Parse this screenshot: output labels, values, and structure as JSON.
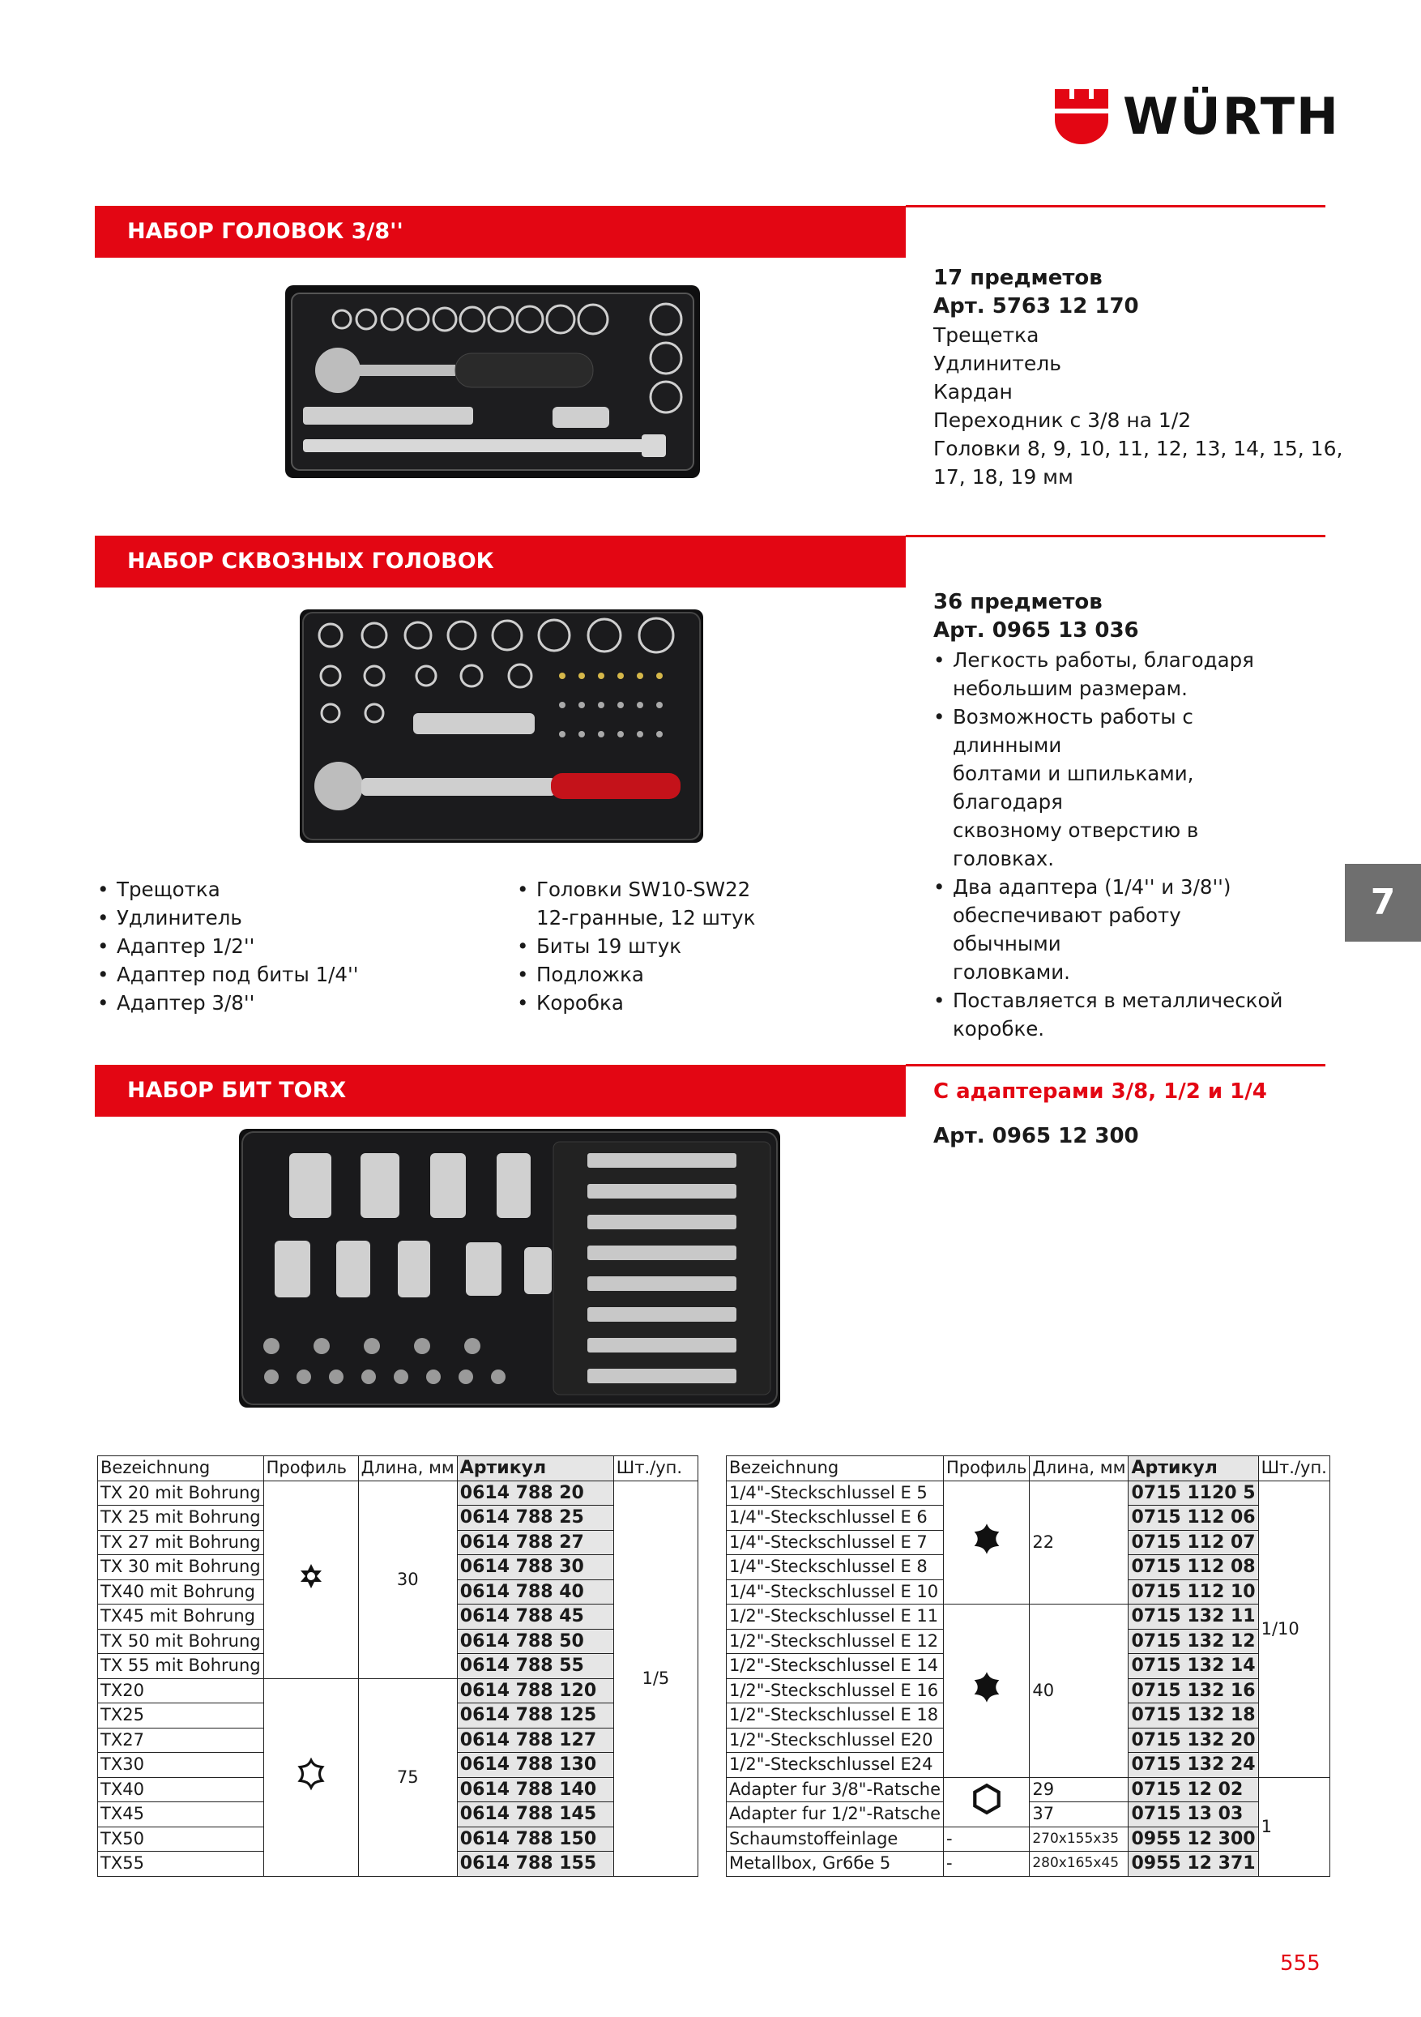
{
  "brand": {
    "name": "WÜRTH"
  },
  "sections": [
    {
      "title": "НАБОР ГОЛОВОК 3/8''",
      "lines": [
        "17 предметов",
        "Арт. 5763 12 170",
        "Трещетка",
        "Удлинитель",
        "Кардан",
        "Переходник с 3/8 на 1/2",
        "Головки 8, 9, 10, 11, 12, 13, 14, 15, 16,",
        "17, 18, 19 мм"
      ]
    },
    {
      "title": "НАБОР СКВОЗНЫХ ГОЛОВОК",
      "lines": [
        "36 предметов",
        "Арт. 0965 13 036"
      ],
      "bullets": [
        [
          "Легкость работы, благодаря",
          "небольшим размерам."
        ],
        [
          "Возможность работы с длинными",
          "болтами и шпильками, благодаря",
          "сквозному отверстию в головках."
        ],
        [
          "Два адаптера (1/4'' и 3/8'')",
          "обеспечивают работу обычными",
          "головками."
        ],
        [
          "Поставляется в металлической",
          "коробке."
        ]
      ],
      "list_left": [
        "Трещотка",
        "Удлинитель",
        "Адаптер 1/2''",
        "Адаптер под биты 1/4''",
        "Адаптер 3/8''"
      ],
      "list_mid": [
        [
          "Головки SW10-SW22",
          "12-гранные, 12 штук"
        ],
        [
          "Биты 19 штук"
        ],
        [
          "Подложка"
        ],
        [
          "Коробка"
        ]
      ]
    },
    {
      "title": "НАБОР БИТ TORX",
      "subtitle": "С адаптерами 3/8, 1/2 и 1/4",
      "art": "Арт. 0965 12 300"
    }
  ],
  "table_left": {
    "headers": [
      "Bezeichnung",
      "Профиль",
      "Длина, мм",
      "Артикул",
      "Шт./уп."
    ],
    "rows": [
      [
        "TX 20 mit Bohrung",
        "0614 788 20"
      ],
      [
        "TX 25 mit Bohrung",
        "0614 788 25"
      ],
      [
        "TX 27 mit Bohrung",
        "0614 788 27"
      ],
      [
        "TX 30 mit Bohrung",
        "0614 788 30"
      ],
      [
        "TX40 mit Bohrung",
        "0614 788 40"
      ],
      [
        "TX45 mit Bohrung",
        "0614 788 45"
      ],
      [
        "TX 50 mit Bohrung",
        "0614 788 50"
      ],
      [
        "TX 55 mit Bohrung",
        "0614 788 55"
      ],
      [
        "TX20",
        "0614 788 120"
      ],
      [
        "TX25",
        "0614 788 125"
      ],
      [
        "TX27",
        "0614 788 127"
      ],
      [
        "TX30",
        "0614 788 130"
      ],
      [
        "TX40",
        "0614 788 140"
      ],
      [
        "TX45",
        "0614 788 145"
      ],
      [
        "TX50",
        "0614 788 150"
      ],
      [
        "TX55",
        "0614 788 155"
      ]
    ],
    "len_a": "30",
    "len_b": "75",
    "qty": "1/5"
  },
  "table_right": {
    "headers": [
      "Bezeichnung",
      "Профиль",
      "Длина, мм",
      "Артикул",
      "Шт./уп."
    ],
    "rows": [
      [
        "1/4\"-Steckschlussel E 5",
        "0715 1120 5"
      ],
      [
        "1/4\"-Steckschlussel E 6",
        "0715 112 06"
      ],
      [
        "1/4\"-Steckschlussel E 7",
        "0715 112 07"
      ],
      [
        "1/4\"-Steckschlussel E 8",
        "0715 112 08"
      ],
      [
        "1/4\"-Steckschlussel E 10",
        "0715 112 10"
      ],
      [
        "1/2\"-Steckschlussel E 11",
        "0715 132 11"
      ],
      [
        "1/2\"-Steckschlussel E 12",
        "0715 132 12"
      ],
      [
        "1/2\"-Steckschlussel E 14",
        "0715 132 14"
      ],
      [
        "1/2\"-Steckschlussel E 16",
        "0715 132 16"
      ],
      [
        "1/2\"-Steckschlussel E 18",
        "0715 132 18"
      ],
      [
        "1/2\"-Steckschlussel E20",
        "0715 132 20"
      ],
      [
        "1/2\"-Steckschlussel E24",
        "0715 132 24"
      ],
      [
        "Adapter fur 3/8\"-Ratsche",
        "0715 12 02"
      ],
      [
        "Adapter fur 1/2\"-Ratsche",
        "0715 13 03"
      ],
      [
        "Schaumstoffeinlage",
        "0955 12 300"
      ],
      [
        "Metallbox, Gr6бe 5",
        "0955 12 371"
      ]
    ],
    "len_a": "22",
    "len_b": "40",
    "len_c": "29",
    "len_d": "37",
    "dash": "-",
    "dim_a": "270x155x35",
    "dim_b": "280x165x45",
    "qty_a": "1/10",
    "qty_b": "1"
  },
  "side_tab": "7",
  "page_number": "555",
  "colors": {
    "accent": "#e30613",
    "tab": "#6f6f6f"
  }
}
